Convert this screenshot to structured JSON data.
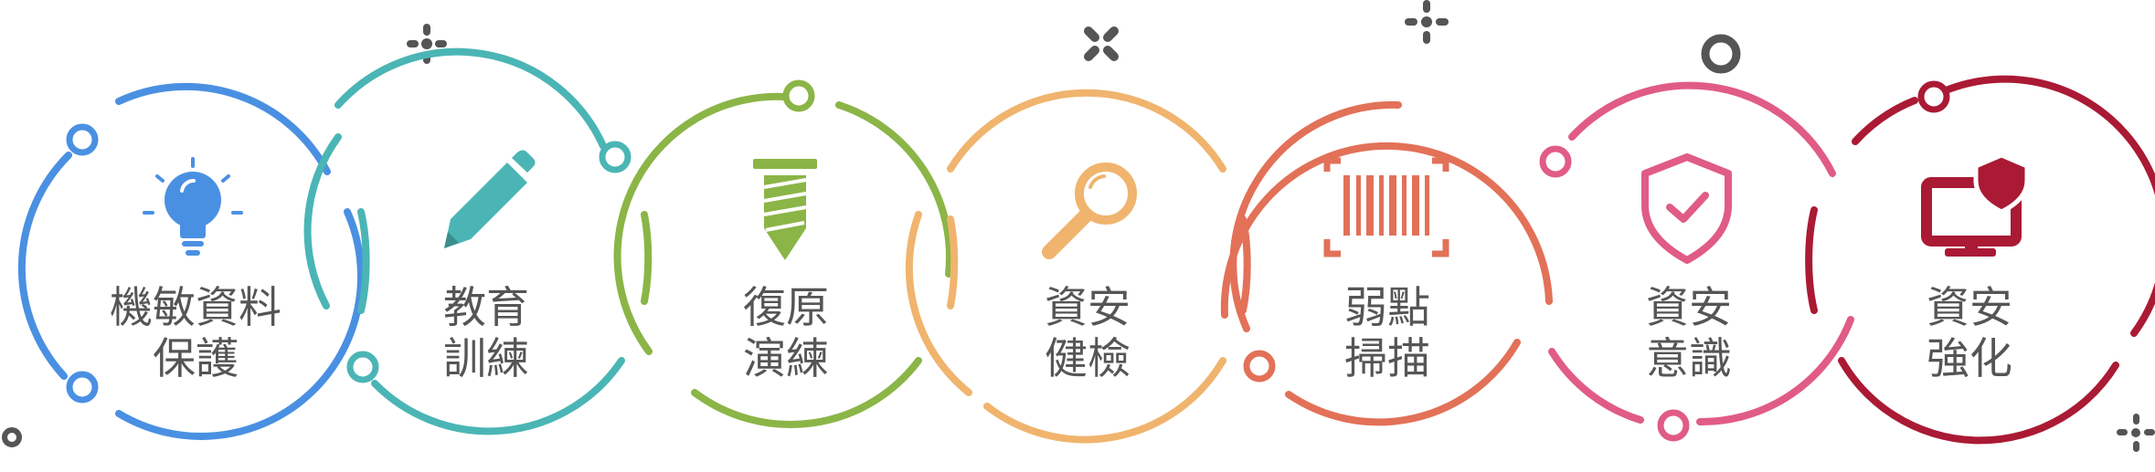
{
  "steps": [
    {
      "line1": "機敏資料",
      "line2": "保護",
      "color": "#4a90e2",
      "icon": "lightbulb-icon"
    },
    {
      "line1": "教育",
      "line2": "訓練",
      "color": "#4bb5b5",
      "icon": "pencil-icon"
    },
    {
      "line1": "復原",
      "line2": "演練",
      "color": "#8bb547",
      "icon": "screw-icon"
    },
    {
      "line1": "資安",
      "line2": "健檢",
      "color": "#f0b46e",
      "icon": "magnifier-icon"
    },
    {
      "line1": "弱點",
      "line2": "掃描",
      "color": "#e27158",
      "icon": "barcode-scan-icon"
    },
    {
      "line1": "資安",
      "line2": "意識",
      "color": "#e05c85",
      "icon": "shield-check-icon"
    },
    {
      "line1": "資安",
      "line2": "強化",
      "color": "#aa1a34",
      "icon": "computer-shield-icon"
    }
  ],
  "decor_color": "#555555"
}
